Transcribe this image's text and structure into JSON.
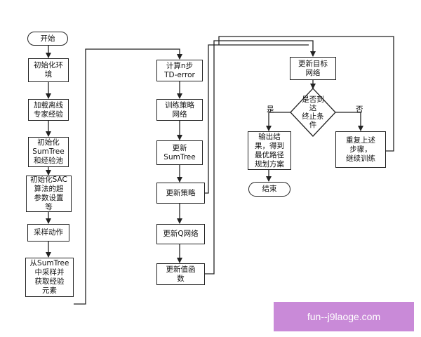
{
  "nodes": {
    "start": "开始",
    "init_env": "初始化环\n境",
    "load_expert": "加载离线\n专家经验",
    "init_sumtree": "初始化\nSumTree\n和经验池",
    "init_sac": "初始化SAC\n算法的超\n参数设置\n等",
    "sample_action": "采样动作",
    "sample_sumtree": "从SumTree\n中采样并\n获取经验\n元素",
    "calc_td": "计算n步\nTD-error",
    "train_policy_net": "训练策略\n网络",
    "update_sumtree": "更新\nSumTree",
    "update_policy": "更新策略",
    "update_q": "更新Q网络",
    "update_value": "更新值函\n数",
    "update_target": "更新目标\n网络",
    "decision": "是否到\n达\n终止条\n件",
    "output": "输出结\n果，得到\n最优路径\n规划方案",
    "repeat": "重复上述\n步骤，\n继续训练",
    "end": "结束"
  },
  "edge_labels": {
    "yes": "是",
    "no": "否"
  },
  "watermark": "fun--j9laoge.com",
  "colors": {
    "line": "#222222",
    "watermark_bg": "#c98ad8"
  }
}
